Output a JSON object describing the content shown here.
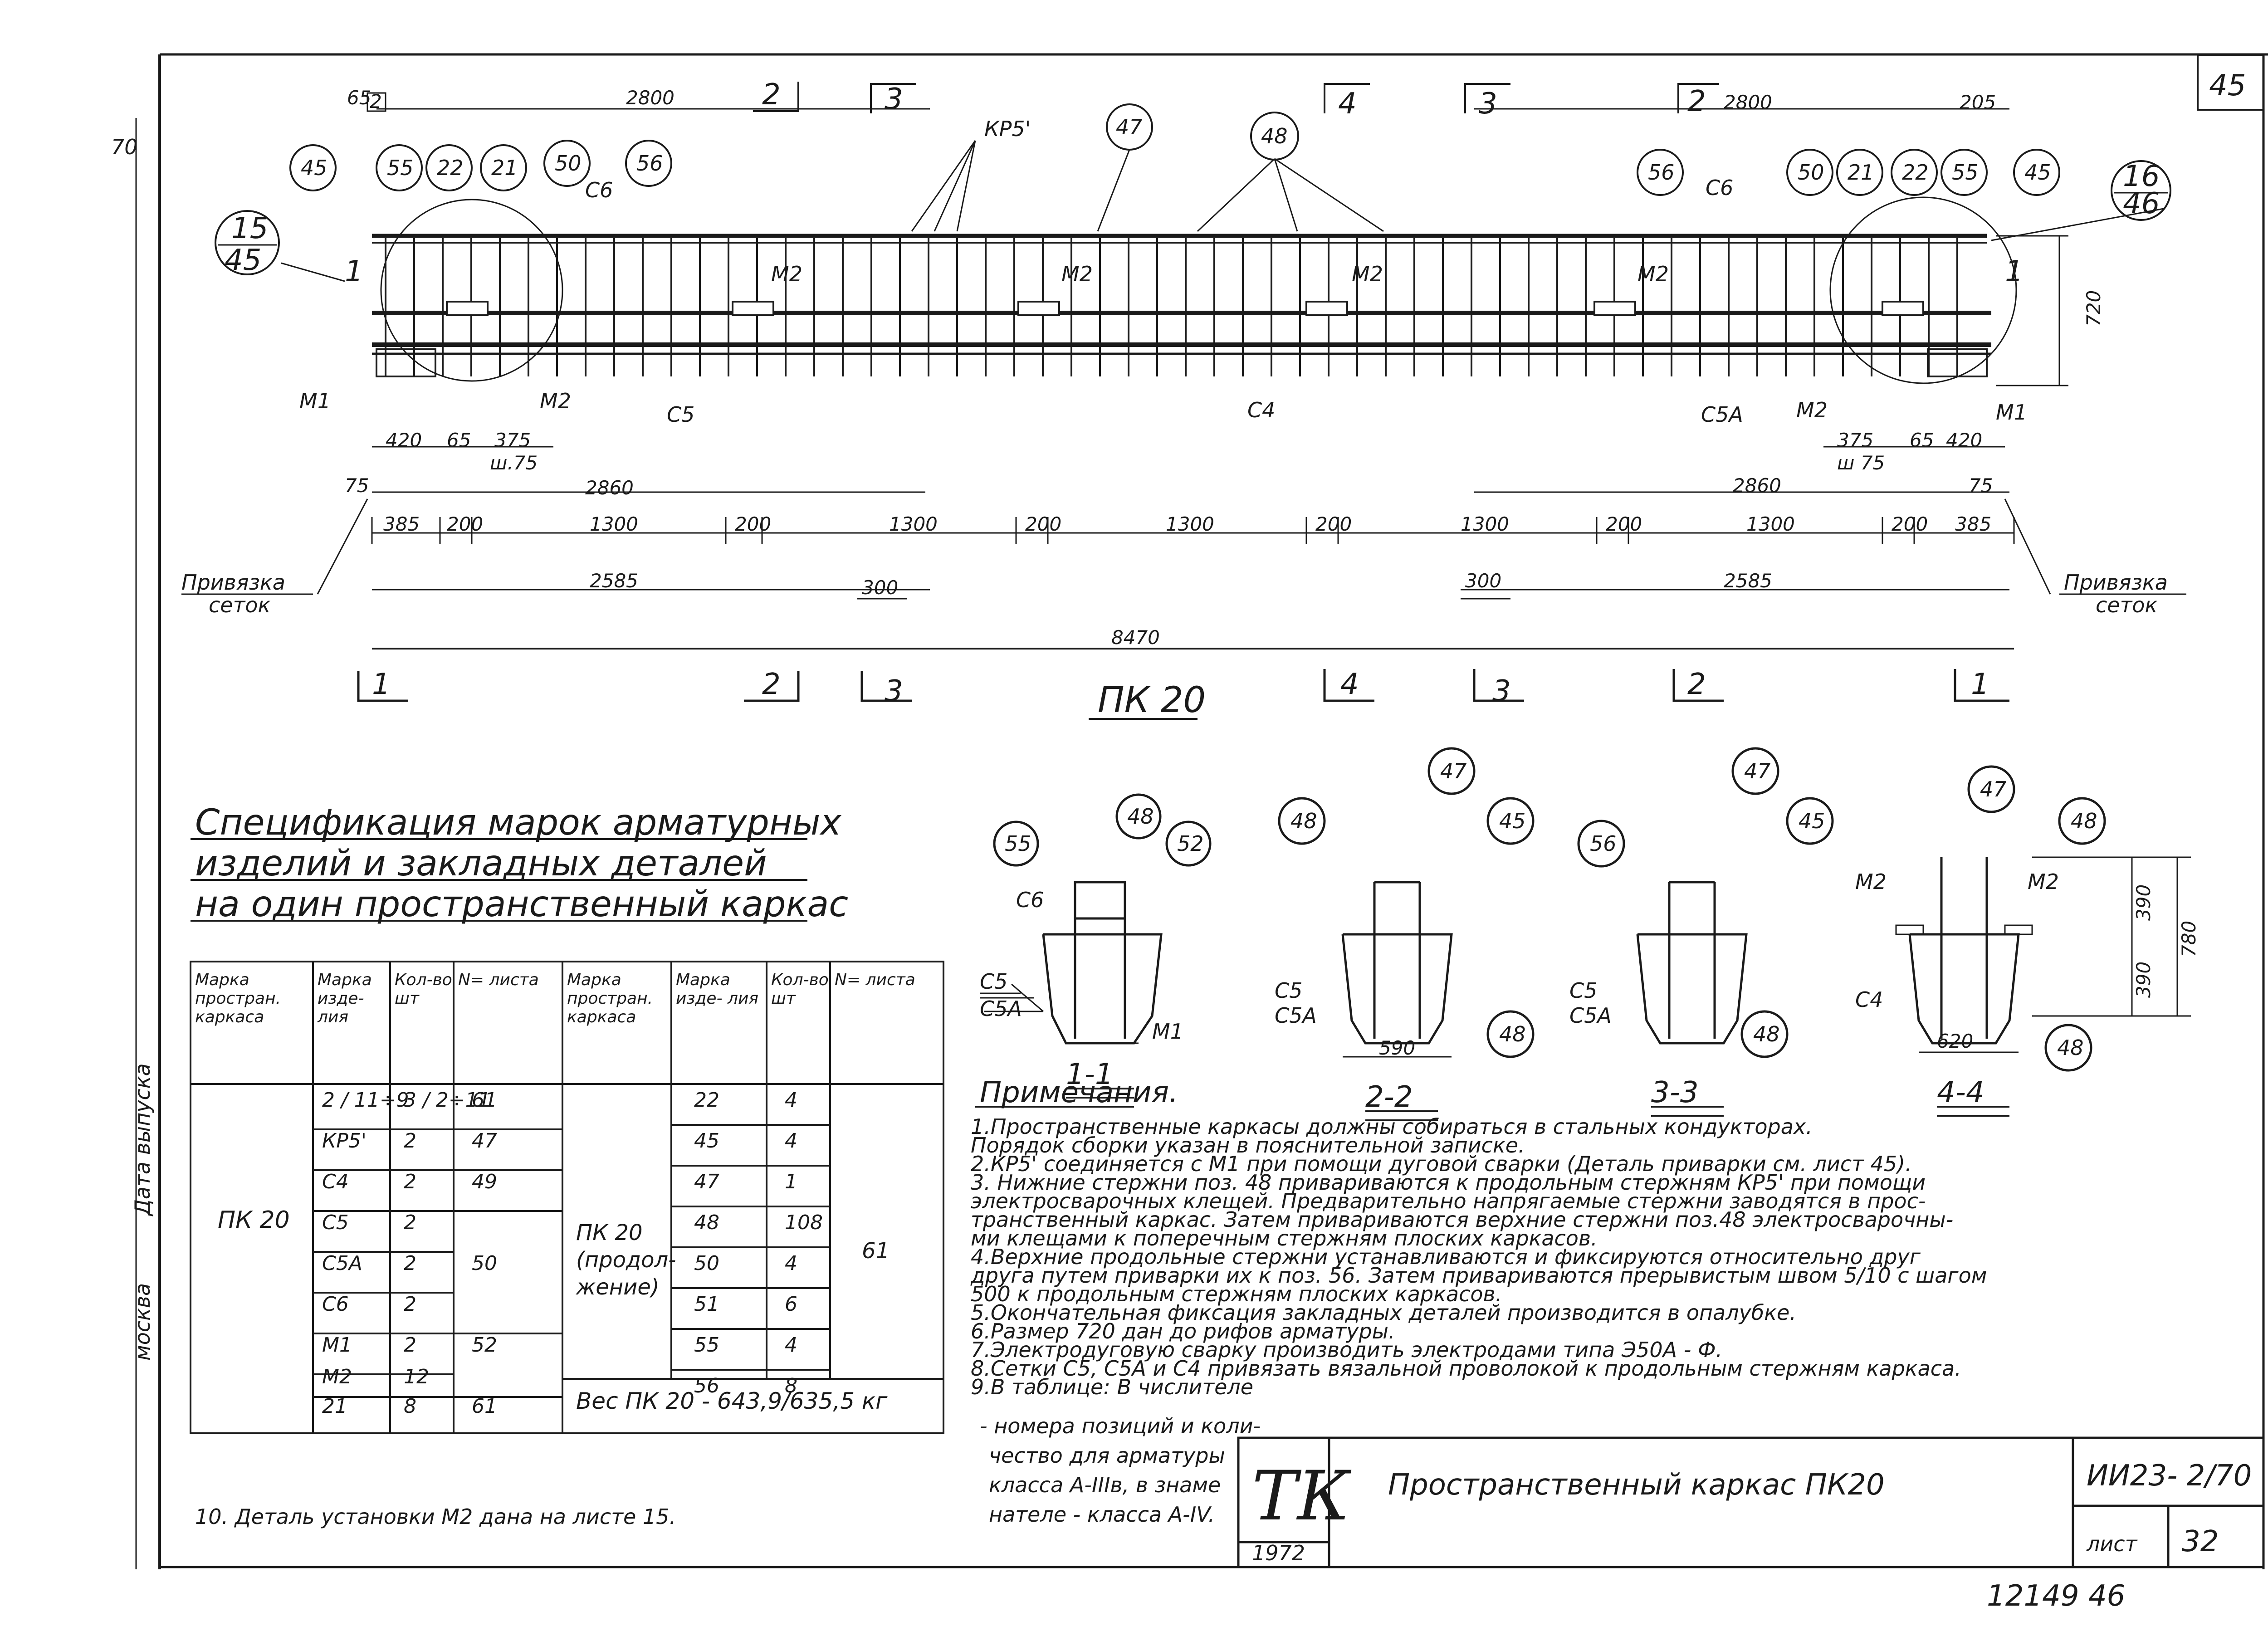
{
  "sheet": {
    "corner_number": "45",
    "margin_label": "70"
  },
  "top_labels": {
    "dim_65": "65",
    "marker_b2_top": "2",
    "dim_2800_left": "2800",
    "section_2_left": "2",
    "section_3_left": "3",
    "kp5": "КР5'",
    "section_4": "4",
    "section_3_right": "3",
    "section_2_right": "2",
    "dim_2800_right": "2800",
    "dim_205": "205",
    "callout_47": "47",
    "callout_48": "48",
    "callout_45_left": "45",
    "callout_55_left": "55",
    "callout_22_left": "22",
    "callout_21_left": "21",
    "callout_50_left": "50",
    "callout_56_left": "56",
    "c6_left": "С6",
    "frac_15": "15",
    "frac_45": "45",
    "section_1_left": "1",
    "callout_56_right": "56",
    "c6_right": "С6",
    "callout_50_right": "50",
    "callout_21_right": "21",
    "callout_22_right": "22",
    "callout_55_right": "55",
    "callout_45_right": "45",
    "frac_16": "16",
    "frac_46": "46",
    "section_1_right": "1",
    "dim_720": "720",
    "m2_labels": [
      "М2",
      "М2",
      "М2",
      "М2"
    ],
    "m1_left": "М1",
    "m2_left": "М2",
    "c5": "С5",
    "c4": "С4",
    "c5a": "С5А",
    "m2_right": "М2",
    "m1_right": "М1"
  },
  "dims": {
    "d420_left": "420",
    "d65_left": "65",
    "d375_left": "375",
    "sh75_left": "ш.75",
    "d375_right": "375",
    "d65_right": "65",
    "d420_right": "420",
    "sh75_right": "ш 75",
    "d75_left": "75",
    "d2860_left": "2860",
    "d2860_right": "2860",
    "d75_right": "75",
    "row_385_left": "385",
    "row_200_a": "200",
    "row_1300_a": "1300",
    "row_200_b": "200",
    "row_1300_b": "1300",
    "row_200_c": "200",
    "row_1300_c": "1300",
    "row_200_d": "200",
    "row_1300_d": "1300",
    "row_200_e": "200",
    "row_1300_e": "1300",
    "row_200_f": "200",
    "row_385_right": "385",
    "d2585_left": "2585",
    "d300_left": "300",
    "d300_right": "300",
    "d2585_right": "2585",
    "d8470": "8470",
    "privyazka_left_1": "Привязка",
    "privyazka_left_2": "сеток",
    "privyazka_right_1": "Привязка",
    "privyazka_right_2": "сеток"
  },
  "bottom_sections": {
    "s1_left": "1",
    "s2_left": "2",
    "s3_left": "3",
    "title": "ПК 20",
    "s4": "4",
    "s3_right": "3",
    "s2_right": "2",
    "s1_right": "1"
  },
  "sections": {
    "sec11": {
      "title": "1-1",
      "c55": "55",
      "c48": "48",
      "c52": "52",
      "c6": "С6",
      "c5": "С5",
      "c5a": "С5А",
      "m1": "М1"
    },
    "sec22": {
      "title": "2-2",
      "c47": "47",
      "c48": "48",
      "c45": "45",
      "c5": "С5",
      "c5a": "С5А",
      "d590": "590",
      "c48b": "48"
    },
    "sec33": {
      "title": "3-3",
      "c47": "47",
      "c56": "56",
      "c45": "45",
      "c5": "С5",
      "c5a": "С5А",
      "c48": "48"
    },
    "sec44": {
      "title": "4-4",
      "c47": "47",
      "c48": "48",
      "m2_left": "М2",
      "m2_right": "М2",
      "c4": "С4",
      "d620": "620",
      "d390_top": "390",
      "d390_bot": "390",
      "d780": "780",
      "c48b": "48"
    }
  },
  "spec": {
    "title_1": "Спецификация марок арматурных",
    "title_2": "изделий и закладных деталей",
    "title_3": "на один пространственный каркас",
    "headers_left": [
      "Марка простран. каркаса",
      "Марка изде- лия",
      "Кол-во шт",
      "N= листа"
    ],
    "headers_right": [
      "Марка простран. каркаса",
      "Марка изде- лия",
      "Кол-во шт",
      "N= листа"
    ],
    "left_frame": "ПК 20",
    "left_rows": [
      {
        "item": "2 / 11÷9",
        "qty": "3 / 2÷11",
        "sheet": "61"
      },
      {
        "item": "КР5'",
        "qty": "2",
        "sheet": "47"
      },
      {
        "item": "С4",
        "qty": "2",
        "sheet": "49"
      },
      {
        "item": "С5",
        "qty": "2",
        "sheet": ""
      },
      {
        "item": "С5А",
        "qty": "2",
        "sheet": "50"
      },
      {
        "item": "С6",
        "qty": "2",
        "sheet": ""
      },
      {
        "item": "М1",
        "qty": "2",
        "sheet": "52"
      },
      {
        "item": "М2",
        "qty": "12",
        "sheet": ""
      },
      {
        "item": "21",
        "qty": "8",
        "sheet": "61"
      }
    ],
    "right_frame_1": "ПК 20",
    "right_frame_2": "(продол-",
    "right_frame_3": "жение)",
    "right_sheet": "61",
    "right_rows": [
      {
        "item": "22",
        "qty": "4"
      },
      {
        "item": "45",
        "qty": "4"
      },
      {
        "item": "47",
        "qty": "1"
      },
      {
        "item": "48",
        "qty": "108"
      },
      {
        "item": "50",
        "qty": "4"
      },
      {
        "item": "51",
        "qty": "6"
      },
      {
        "item": "55",
        "qty": "4"
      },
      {
        "item": "56",
        "qty": "8"
      }
    ],
    "weight": "Вес ПК 20 - 643,9/635,5 кг"
  },
  "notes": {
    "heading": "Примечания.",
    "lines": [
      "1.Пространственные каркасы должны собираться в стальных кондукторах.",
      "   Порядок сборки указан в пояснительной записке.",
      "2.КР5' соединяется с М1 при помощи дуговой сварки (Деталь приварки см. лист 45).",
      "3. Нижние стержни поз. 48 привариваются к продольным стержням КР5' при помощи",
      "   электросварочных клещей. Предварительно напрягаемые стержни заводятся в прос-",
      "   транственный каркас. Затем привариваются верхние стержни поз.48 электросварочны-",
      "   ми клещами к поперечным стержням плоских каркасов.",
      "4.Верхние продольные стержни устанавливаются и фиксируются относительно друг",
      "   друга путем приварки их к поз. 56. Затем привариваются прерывистым швом 5/10 с шагом",
      "   500 к продольным стержням плоских каркасов.",
      "5.Окончательная фиксация закладных деталей производится в опалубке.",
      "6.Размер 720 дан до рифов арматуры.",
      "7.Электродуговую сварку производить электродами типа Э50А - Ф.",
      "8.Сетки С5, С5А и С4 привязать вязальной проволокой к продольным стержням каркаса.",
      "9.В таблице: В числителе"
    ],
    "note9_lines": [
      "- номера позиций и коли-",
      "чество для арматуры",
      "класса А-IIIв, в знаме",
      "нателе - класса А-IV."
    ],
    "note10": "10. Деталь установки М2 дана на листе 15."
  },
  "stamp": {
    "logo": "ТК",
    "year": "1972",
    "title": "Пространственный каркас ПК20",
    "code": "ИИ23- 2/70",
    "list_label": "лист",
    "list_num": "32",
    "below": "12149   46"
  },
  "left_margin": {
    "v1": "Дата выпуска",
    "v2": "москва"
  }
}
